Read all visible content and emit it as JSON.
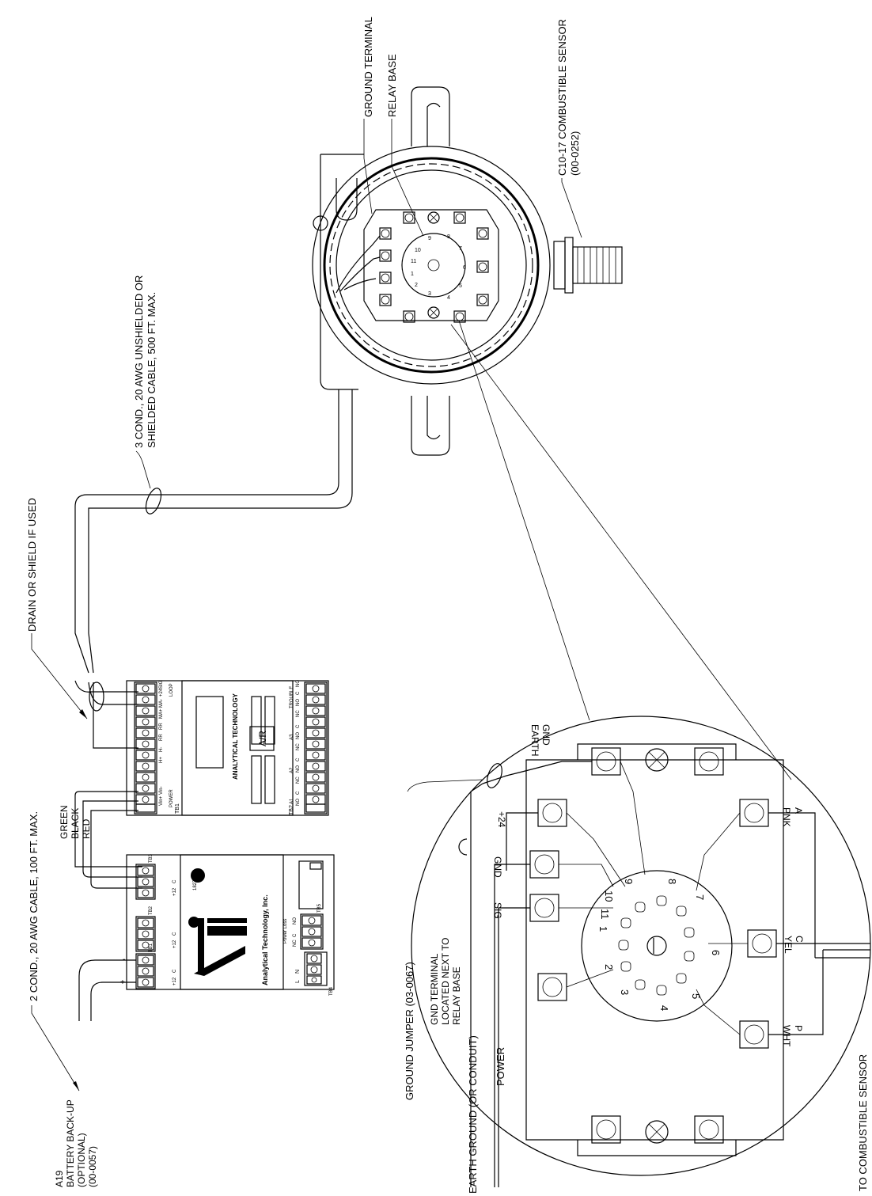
{
  "labels": {
    "ground_terminal": "GROUND TERMINAL",
    "relay_base": "RELAY BASE",
    "sensor_name": "C10-17 COMBUSTIBLE SENSOR",
    "sensor_part": "(00-0252)",
    "cable3_line1": "3 COND., 20 AWG UNSHIELDED OR",
    "cable3_line2": "SHIELDED CABLE, 500 FT. MAX.",
    "drain": "DRAIN OR SHIELD IF USED",
    "cable2": "2 COND., 20 AWG CABLE, 100 FT. MAX.",
    "green": "GREEN",
    "black": "BLACK",
    "red": "RED",
    "battery_1": "A19",
    "battery_2": "BATTERY BACK-UP",
    "battery_3": "(OPTIONAL)",
    "battery_4": "(00-0057)",
    "ground_jumper": "GROUND JUMPER (03-0067)",
    "gnd_term_1": "GND TERMINAL",
    "gnd_term_2": "LOCATED NEXT TO",
    "gnd_term_3": "RELAY BASE",
    "earth_ground": "EARTH GROUND (OR CONDUIT)",
    "power": "POWER",
    "to_sensor": "TO COMBUSTIBLE SENSOR"
  },
  "transmitter": {
    "brand": "ANALYTICAL TECHNOLOGY",
    "button": "A/R",
    "tb1_label": "TB1",
    "tb2_label": "TB2",
    "loop": "LOOP",
    "power": "POWER",
    "trouble": "TROUBLE",
    "a1": "A1",
    "a2": "A2",
    "a3": "A3",
    "left_terms": [
      "Vin+",
      "Vin-",
      "",
      "H+",
      "H-",
      "RR",
      "RR",
      "MA+",
      "MA-",
      "+24",
      "SIG",
      ""
    ],
    "right_terms": [
      "NO",
      "C",
      "NC",
      "NO",
      "C",
      "NC",
      "NO",
      "C",
      "NC",
      "NO",
      "C",
      "NO"
    ]
  },
  "power_supply": {
    "company": "Analytical Technology, Inc.",
    "logo": "ATI",
    "cert": "182733",
    "tb1": "TB1",
    "tb2": "TB2",
    "tb3": "TB3",
    "tb4": "TB4",
    "tb5": "TB5",
    "c": "C",
    "plus12": "+12",
    "power_loss": "Power Loss",
    "no": "NO",
    "nc": "NC",
    "l": "L",
    "n": "N",
    "plus": "+",
    "minus": "-"
  },
  "relay_detail": {
    "earth_gnd_1": "EARTH",
    "earth_gnd_2": "GND",
    "plus24": "+24",
    "gnd": "GND",
    "sig": "SIG",
    "pnk": "PNK",
    "a": "A",
    "yel": "YEL",
    "c": "C",
    "wht": "WHT",
    "p": "P",
    "pins": [
      "1",
      "2",
      "3",
      "4",
      "5",
      "6",
      "7",
      "8",
      "9",
      "10",
      "11"
    ]
  },
  "small_base_pins": [
    "1",
    "2",
    "3",
    "4",
    "5",
    "6",
    "7",
    "8",
    "9",
    "10",
    "11"
  ]
}
